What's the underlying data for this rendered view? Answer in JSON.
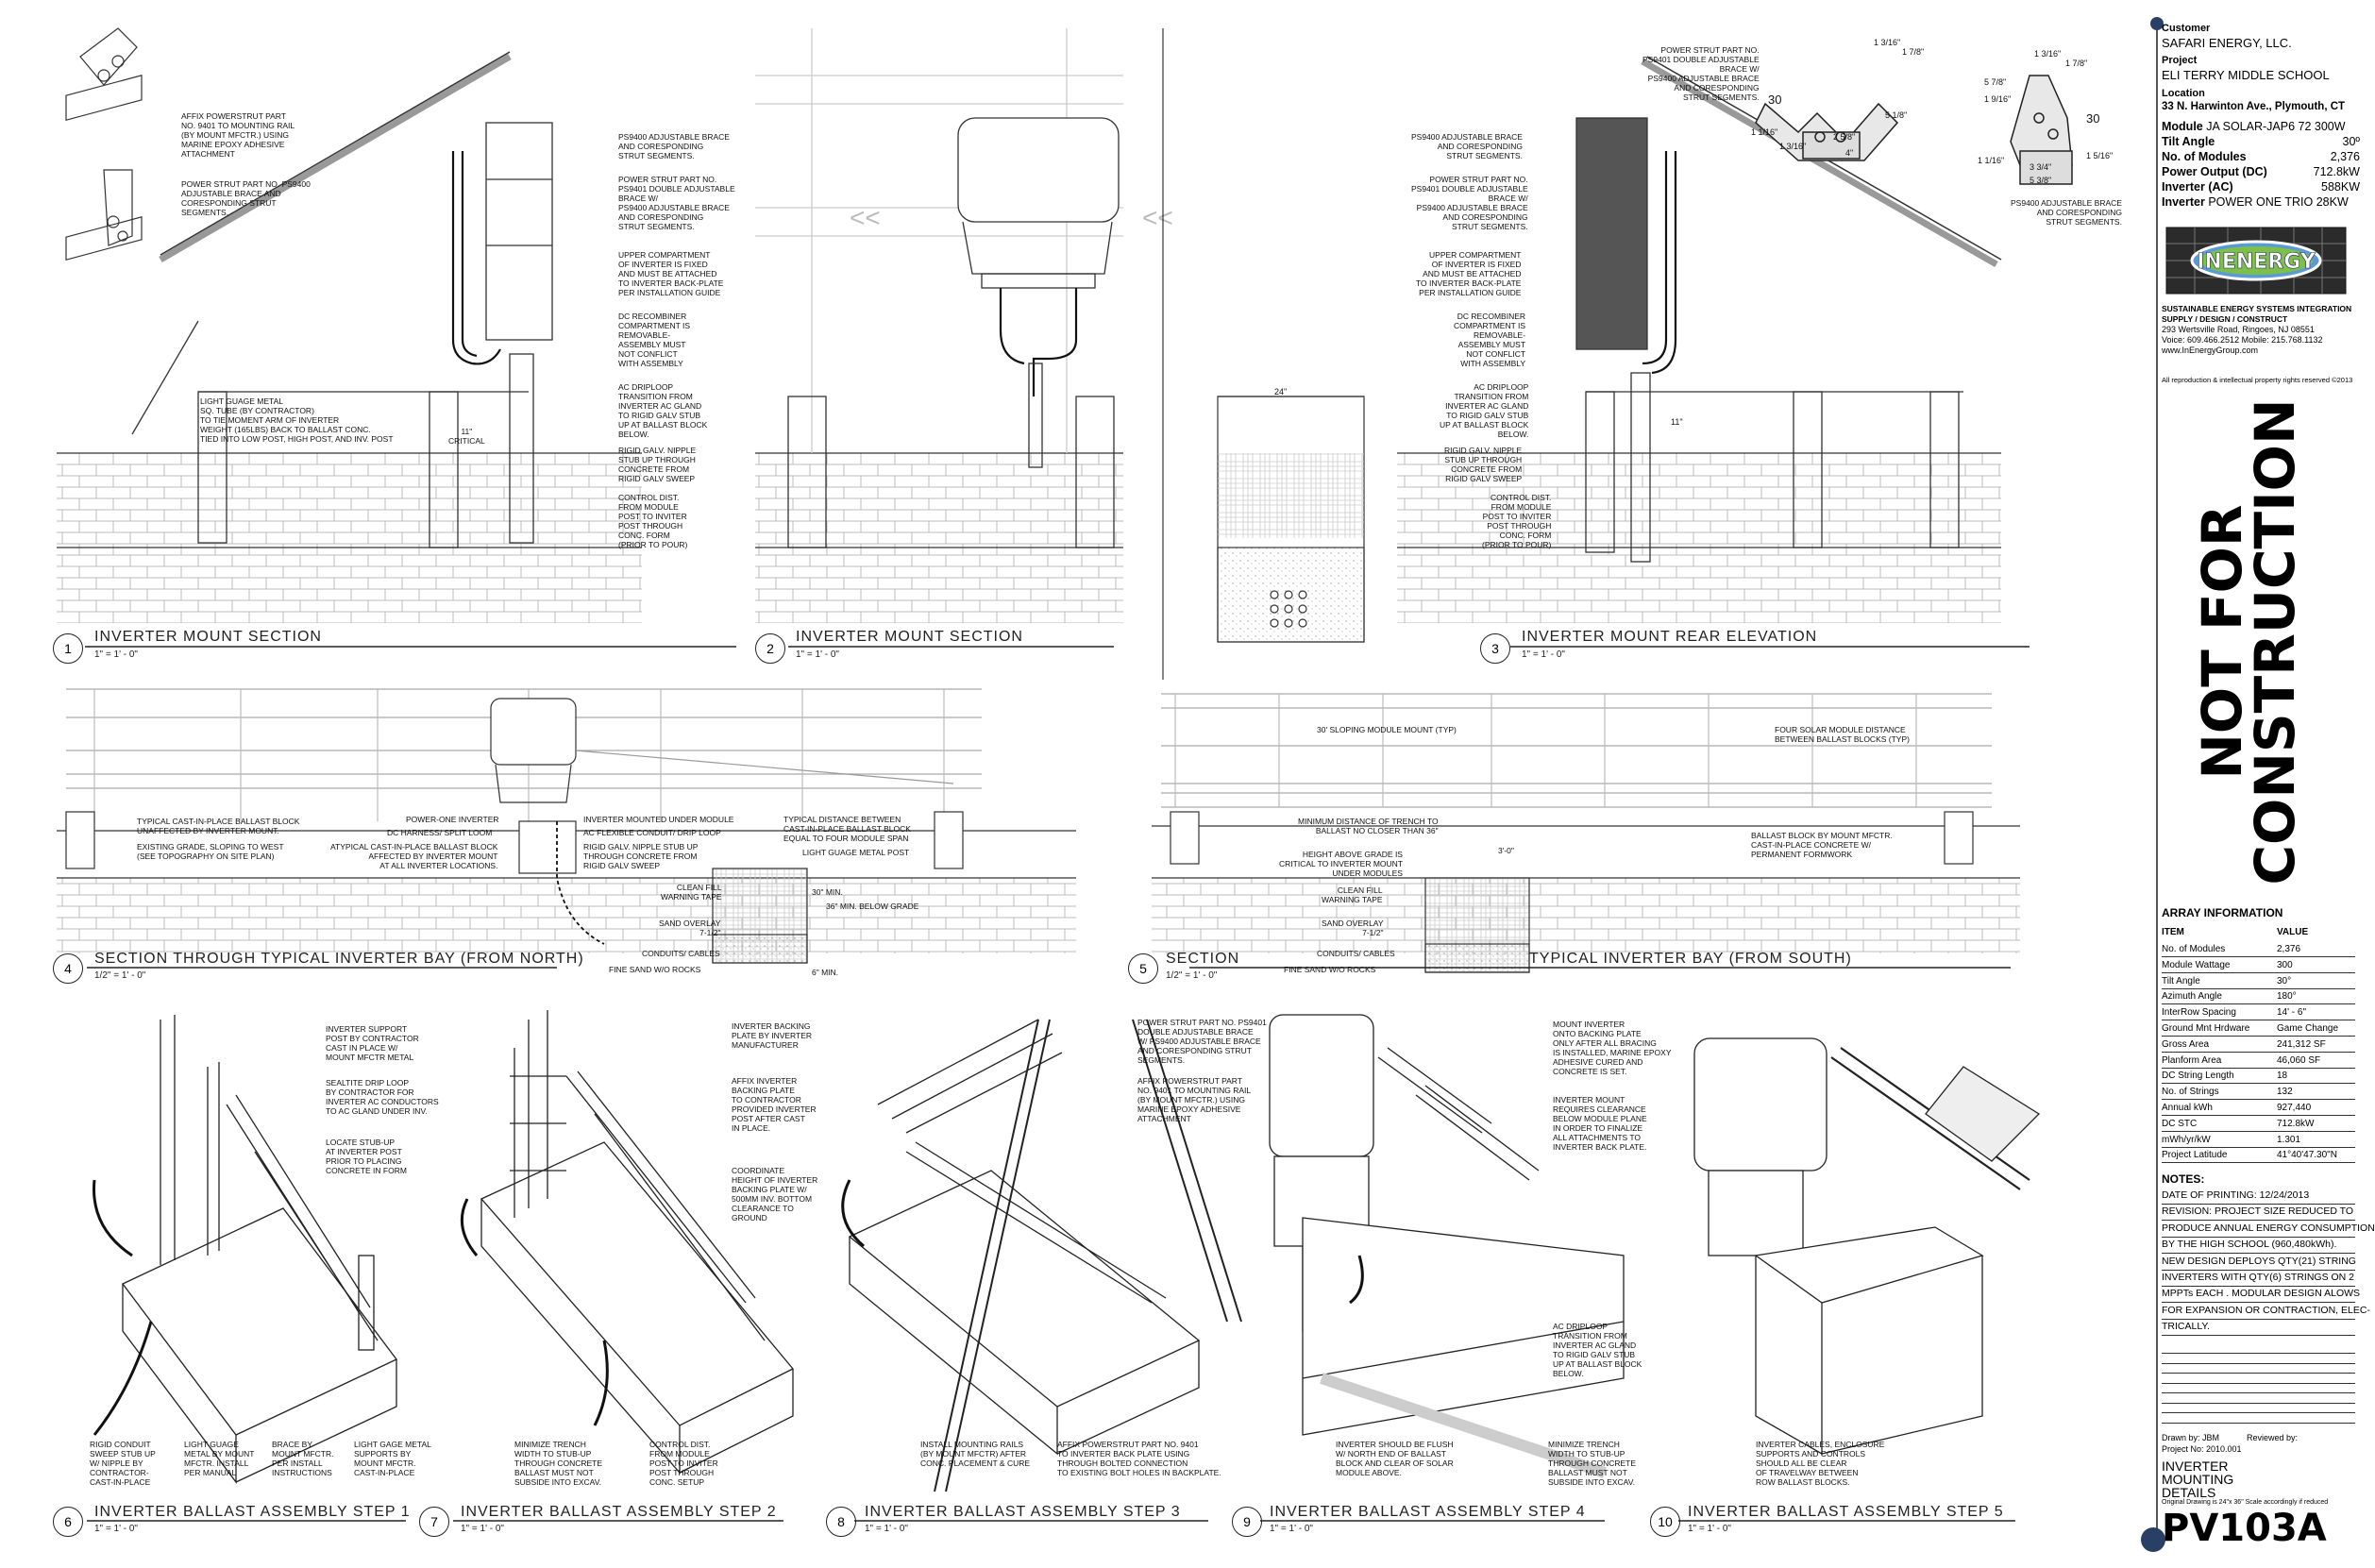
{
  "titleblock": {
    "customer_label": "Customer",
    "customer": "SAFARI ENERGY, LLC.",
    "project_label": "Project",
    "project": "ELI TERRY MIDDLE SCHOOL",
    "location_label": "Location",
    "location": "33 N. Harwinton Ave., Plymouth, CT",
    "specs": [
      {
        "label": "Module",
        "value": "JA SOLAR-JAP6 72 300W"
      },
      {
        "label": "Tilt Angle",
        "value": "30º"
      },
      {
        "label": "No. of Modules",
        "value": "2,376"
      },
      {
        "label": "Power Output (DC)",
        "value": "712.8kW"
      },
      {
        "label": "Inverter (AC)",
        "value": "588KW"
      },
      {
        "label": "Inverter",
        "value": "POWER ONE TRIO 28KW"
      }
    ],
    "logo_text": "INENERGY",
    "company_tag1": "SUSTAINABLE ENERGY SYSTEMS INTEGRATION",
    "company_tag2": "SUPPLY / DESIGN / CONSTRUCT",
    "company_addr": "293 Wertsville Road, Ringoes, NJ 08551",
    "company_phone": "Voice: 609.466.2512  Mobile: 215.768.1132",
    "company_web": "www.InEnergyGroup.com",
    "rights": "All reproduction & intellectual property rights reserved ©2013",
    "stamp_line1": "NOT FOR",
    "stamp_line2": "CONSTRUCTION",
    "array_heading": "ARRAY INFORMATION",
    "array_col_item": "ITEM",
    "array_col_value": "VALUE",
    "array": [
      {
        "item": "No. of Modules",
        "value": "2,376"
      },
      {
        "item": "Module Wattage",
        "value": "300"
      },
      {
        "item": "Tilt Angle",
        "value": "30°"
      },
      {
        "item": "Azimuth Angle",
        "value": "180°"
      },
      {
        "item": "InterRow Spacing",
        "value": "14' - 6\""
      },
      {
        "item": "Ground Mnt Hrdware",
        "value": "Game Change"
      },
      {
        "item": "Gross Area",
        "value": "241,312 SF"
      },
      {
        "item": "Planform Area",
        "value": "46,060 SF"
      },
      {
        "item": "DC String Length",
        "value": "18"
      },
      {
        "item": "No. of Strings",
        "value": "132"
      },
      {
        "item": "Annual kWh",
        "value": "927,440"
      },
      {
        "item": "DC STC",
        "value": "712.8kW"
      },
      {
        "item": "mWh/yr/kW",
        "value": "1.301"
      },
      {
        "item": "Project Latitude",
        "value": "41°40'47.30\"N"
      }
    ],
    "notes_heading": "NOTES:",
    "notes": [
      "DATE OF PRINTING: 12/24/2013",
      "REVISION: PROJECT SIZE REDUCED TO",
      "PRODUCE ANNUAL ENERGY CONSUMPTION",
      "BY THE HIGH SCHOOL (960,480kWh).",
      "NEW DESIGN DEPLOYS QTY(21) STRING",
      "INVERTERS WITH QTY(6) STRINGS ON 2",
      "MPPTs EACH . MODULAR DESIGN ALOWS",
      "FOR EXPANSION OR CONTRACTION, ELEC-",
      "TRICALLY."
    ],
    "drawn_by": "Drawn by: JBM",
    "reviewed_by": "Reviewed by:",
    "project_no": "Project No: 2010.001",
    "sheet_title": "INVERTER\nMOUNTING\nDETAILS",
    "original_note": "Original Drawing is 24\"x 36\" Scale accordingly if reduced",
    "sheet_number": "PV103A"
  },
  "views": [
    {
      "num": "1",
      "title": "INVERTER MOUNT SECTION",
      "scale": "1\" = 1' - 0\""
    },
    {
      "num": "2",
      "title": "INVERTER MOUNT SECTION",
      "scale": "1\" = 1' - 0\""
    },
    {
      "num": "3",
      "title": "INVERTER MOUNT REAR ELEVATION",
      "scale": "1\" = 1' - 0\""
    },
    {
      "num": "4",
      "title": "SECTION THROUGH TYPICAL INVERTER BAY (FROM NORTH)",
      "scale": "1/2\" = 1' - 0\""
    },
    {
      "num": "5",
      "title": "SECTION",
      "title2": "TYPICAL INVERTER BAY (FROM SOUTH)",
      "scale": "1/2\" = 1' - 0\""
    },
    {
      "num": "6",
      "title": "INVERTER BALLAST ASSEMBLY STEP 1",
      "scale": "1\" = 1' - 0\""
    },
    {
      "num": "7",
      "title": "INVERTER BALLAST ASSEMBLY STEP 2",
      "scale": "1\" = 1' - 0\""
    },
    {
      "num": "8",
      "title": "INVERTER BALLAST ASSEMBLY STEP 3",
      "scale": "1\" = 1' - 0\""
    },
    {
      "num": "9",
      "title": "INVERTER BALLAST ASSEMBLY STEP 4",
      "scale": "1\" = 1' - 0\""
    },
    {
      "num": "10",
      "title": "INVERTER BALLAST ASSEMBLY STEP 5",
      "scale": "1\" = 1' - 0\""
    }
  ],
  "notes_v1": {
    "affix": "AFFIX POWERSTRUT PART\nNO. 9401 TO MOUNTING RAIL\n(BY MOUNT MFCTR.) USING\nMARINE EPOXY ADHESIVE\nATTACHMENT",
    "strut": "POWER STRUT PART NO. PS9400\nADJUSTABLE BRACE AND\nCORESPONDING STRUT\nSEGMENTS.",
    "tube": "LIGHT GUAGE METAL\nSQ. TUBE (BY CONTRACTOR)\nTO TIE MOMENT ARM OF INVERTER\nWEIGHT (165LBS) BACK TO BALLAST CONC.\nTIED INTO LOW POST, HIGH POST, AND INV. POST",
    "critical": "11\"\nCRITICAL"
  },
  "notes_mid": {
    "ps9400": "PS9400 ADJUSTABLE BRACE\nAND CORESPONDING\nSTRUT SEGMENTS.",
    "ps9401": "POWER STRUT PART NO.\nPS9401 DOUBLE ADJUSTABLE\nBRACE W/\nPS9400 ADJUSTABLE BRACE\nAND CORESPONDING\nSTRUT SEGMENTS.",
    "upper": "UPPER COMPARTMENT\nOF INVERTER IS FIXED\nAND MUST BE ATTACHED\nTO INVERTER BACK-PLATE\nPER INSTALLATION GUIDE",
    "dc": "DC RECOMBINER\nCOMPARTMENT IS\nREMOVABLE-\nASSEMBLY MUST\nNOT CONFLICT\nWITH ASSEMBLY",
    "ac": "AC DRIPLOOP\nTRANSITION FROM\nINVERTER AC GLAND\nTO RIGID GALV STUB\nUP AT BALLAST BLOCK\nBELOW.",
    "rigid": "RIGID GALV. NIPPLE\nSTUB UP THROUGH\nCONCRETE FROM\nRIGID GALV SWEEP",
    "control": "CONTROL DIST.\nFROM MODULE\nPOST TO INVITER\nPOST THROUGH\nCONC. FORM\n(PRIOR TO POUR)"
  },
  "notes_v3": {
    "top_strut": "POWER STRUT PART NO.\nPS9401 DOUBLE ADJUSTABLE\nBRACE W/\nPS9400 ADJUSTABLE BRACE\nAND CORESPONDING\nSTRUT SEGMENTS.",
    "bracket_note": "PS9400 ADJUSTABLE BRACE\nAND CORESPONDING\nSTRUT SEGMENTS.",
    "dim_24": "24\"",
    "dim_11": "11\""
  },
  "notes_v4": {
    "ballast": "TYPICAL CAST-IN-PLACE BALLAST BLOCK\nUNAFFECTED BY INVERTER MOUNT.",
    "grade": "EXISTING GRADE, SLOPING TO WEST\n(SEE TOPOGRAPHY ON SITE PLAN)",
    "powerone": "POWER-ONE INVERTER",
    "dcharness": "DC HARNESS/ SPLIT LOOM",
    "atypical": "ATYPICAL CAST-IN-PLACE BALLAST BLOCK\nAFFECTED BY INVERTER MOUNT\nAT ALL INVERTER LOCATIONS.",
    "under": "INVERTER MOUNTED UNDER MODULE",
    "acflex": "AC FLEXIBLE CONDUIT/ DRIP LOOP",
    "rigid": "RIGID GALV. NIPPLE STUB UP\nTHROUGH CONCRETE FROM\nRIGID GALV SWEEP",
    "distance": "TYPICAL DISTANCE BETWEEN\nCAST-IN-PLACE BALLAST BLOCK\nEQUAL TO FOUR MODULE SPAN",
    "lightpost": "LIGHT GUAGE METAL POST",
    "cleanfill": "CLEAN FILL\nWARNING TAPE",
    "sand": "SAND OVERLAY\n7-1/2\"",
    "conduits": "CONDUITS/ CABLES",
    "finesand": "FINE SAND W/O ROCKS",
    "min30": "30\" MIN.",
    "min36": "36\" MIN. BELOW GRADE",
    "min6": "6\" MIN."
  },
  "notes_v5": {
    "sloping": "30' SLOPING MODULE MOUNT (TYP)",
    "four": "FOUR SOLAR MODULE DISTANCE\nBETWEEN BALLAST BLOCKS (TYP)",
    "trench": "MINIMUM DISTANCE OF TRENCH TO\nBALLAST NO CLOSER THAN 36\"",
    "height": "HEIGHT ABOVE GRADE IS\nCRITICAL TO INVERTER MOUNT\nUNDER MODULES",
    "dim": "3'-0\"",
    "block": "BALLAST BLOCK BY MOUNT MFCTR.\nCAST-IN-PLACE CONCRETE W/\nPERMANENT FORMWORK"
  },
  "notes_steps": {
    "s6a": "INVERTER SUPPORT\nPOST BY CONTRACTOR\nCAST IN PLACE W/\nMOUNT MFCTR METAL",
    "s6b": "SEALTITE DRIP LOOP\nBY CONTRACTOR FOR\nINVERTER AC CONDUCTORS\nTO AC GLAND UNDER INV.",
    "s6c": "LOCATE STUB-UP\nAT INVERTER POST\nPRIOR TO PLACING\nCONCRETE IN FORM",
    "s6d": "RIGID CONDUIT\nSWEEP STUB UP\nW/ NIPPLE BY\nCONTRACTOR-\nCAST-IN-PLACE",
    "s6e": "LIGHT GUAGE\nMETAL BY MOUNT\nMFCTR. INSTALL\nPER MANUAL",
    "s6f": "BRACE BY\nMOUNT MFCTR.\nPER INSTALL\nINSTRUCTIONS",
    "s6g": "LIGHT GAGE METAL\nSUPPORTS BY\nMOUNT MFCTR.\nCAST-IN-PLACE",
    "s7a": "INVERTER BACKING\nPLATE BY INVERTER\nMANUFACTURER",
    "s7b": "AFFIX INVERTER\nBACKING PLATE\nTO CONTRACTOR\nPROVIDED INVERTER\nPOST AFTER CAST\nIN PLACE.",
    "s7c": "COORDINATE\nHEIGHT OF INVERTER\nBACKING PLATE W/\n500mm INV. BOTTOM\nCLEARANCE TO\nGROUND",
    "s7d": "MINIMIZE TRENCH\nWIDTH TO STUB-UP\nTHROUGH CONCRETE\nBALLAST MUST NOT\nSUBSIDE INTO EXCAV.",
    "s7e": "CONTROL DIST.\nFROM MODULE\nPOST TO INVITER\nPOST THROUGH\nCONC. SETUP",
    "s8a": "POWER STRUT PART NO. PS9401\nDOUBLE ADJUSTABLE BRACE\nW/ PS9400 ADJUSTABLE BRACE\nAND CORESPONDING STRUT\nSEGMENTS.",
    "s8b": "AFFIX POWERSTRUT PART\nNO. 9401 TO MOUNTING RAIL\n(BY MOUNT MFCTR.) USING\nMARINE EPOXY ADHESIVE\nATTACHMENT",
    "s8c": "INSTALL MOUNTING RAILS\n(BY MOUNT MFCTR) AFTER\nCONC. PLACEMENT & CURE",
    "s8d": "AFFIX POWERSTRUT PART NO. 9401\nTO INVERTER BACK PLATE USING\nTHROUGH BOLTED CONNECTION\nTO EXISTING BOLT HOLES IN BACKPLATE.",
    "s9a": "MOUNT INVERTER\nONTO BACKING PLATE\nONLY AFTER ALL BRACING\nIS INSTALLED, MARINE EPOXY\nADHESIVE CURED AND\nCONCRETE IS SET.",
    "s9b": "INVERTER MOUNT\nREQUIRES CLEARANCE\nBELOW MODULE PLANE\nIN ORDER TO FINALIZE\nALL ATTACHMENTS TO\nINVERTER BACK PLATE.",
    "s9c": "AC DRIPLOOP\nTRANSITION FROM\nINVERTER AC GLAND\nTO RIGID GALV STUB\nUP AT BALLAST BLOCK\nBELOW.",
    "s9d": "INVERTER SHOULD BE FLUSH\nW/ NORTH END OF BALLAST\nBLOCK AND CLEAR OF SOLAR\nMODULE ABOVE.",
    "s9e": "MINIMIZE TRENCH\nWIDTH TO STUB-UP\nTHROUGH CONCRETE\nBALLAST MUST NOT\nSUBSIDE INTO EXCAV.",
    "s10a": "INVERTER CABLES, ENCLOSURE\nSUPPORTS AND CONTROLS\nSHOULD ALL BE CLEAR\nOF TRAVELWAY BETWEEN\nROW BALLAST BLOCKS."
  },
  "brackets": {
    "left_dims": [
      "30",
      "1 1/16\"",
      "1 3/16\"",
      "2 5/8\"",
      "4\"",
      "1 3/16\"",
      "1 7/8\"",
      "5 1/8\""
    ],
    "right_dims": [
      "5 7/8\"",
      "1 3/16\"",
      "1 7/8\"",
      "1 9/16\"",
      "30",
      "1 1/16\"",
      "3 3/4\"",
      "5 3/8\"",
      "1 5/16\""
    ],
    "caption": "PS9400 ADJUSTABLE BRACE\nAND CORESPONDING\nSTRUT SEGMENTS."
  }
}
